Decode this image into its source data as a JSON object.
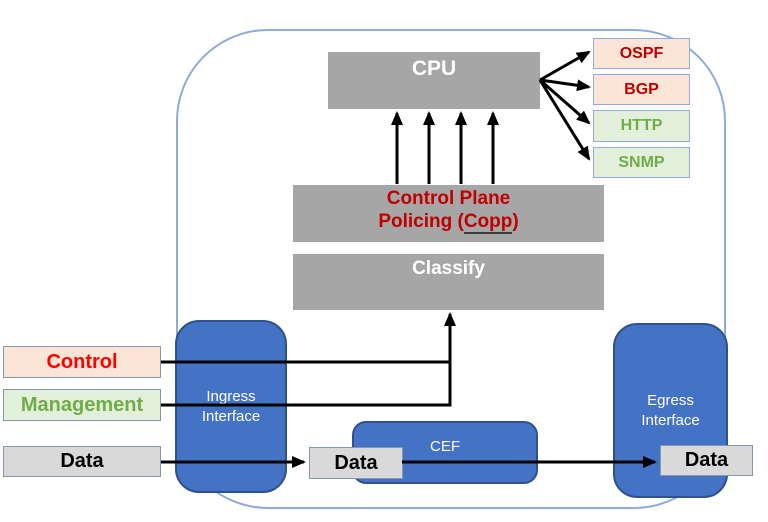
{
  "diagram": {
    "cpu": {
      "label": "CPU"
    },
    "copp": {
      "line1": "Control Plane",
      "line2_prefix": "Policing (",
      "line2_underlined": "Copp",
      "line2_suffix": ")"
    },
    "classify": {
      "label": "Classify"
    },
    "protocols": [
      {
        "label": "OSPF",
        "category": "control-plane"
      },
      {
        "label": "BGP",
        "category": "control-plane"
      },
      {
        "label": "HTTP",
        "category": "management-plane"
      },
      {
        "label": "SNMP",
        "category": "management-plane"
      }
    ],
    "traffic_inputs": [
      {
        "label": "Control"
      },
      {
        "label": "Management"
      },
      {
        "label": "Data"
      }
    ],
    "ingress_interface": {
      "line1": "Ingress",
      "line2": "Interface"
    },
    "egress_interface": {
      "line1": "Egress",
      "line2": "Interface"
    },
    "cef": {
      "label": "CEF"
    },
    "data_path": {
      "center_label": "Data",
      "egress_label": "Data"
    },
    "colors": {
      "process_gray": "#a6a6a6",
      "interface_blue": "#4472c4",
      "interface_blue_border": "#2f528f",
      "control_fill": "#fbe5d6",
      "management_fill": "#e2efda",
      "control_text": "#ff0000",
      "protocol_red_text": "#c00000",
      "management_text": "#70ad47",
      "copp_text": "#c00000",
      "frame_border": "#8faadc",
      "input_border": "#8496b0",
      "data_fill": "#d9d9d9",
      "arrow": "#000000"
    }
  }
}
